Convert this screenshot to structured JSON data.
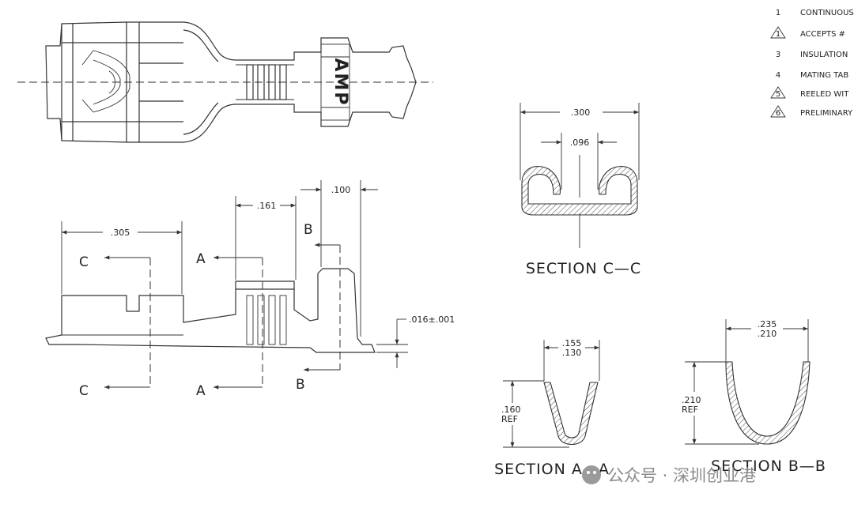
{
  "dimensions": {
    "d_305": ".305",
    "d_161": ".161",
    "d_100": ".100",
    "d_016": ".016±.001",
    "d_300": ".300",
    "d_096": ".096",
    "d_155": ".155",
    "d_130": ".130",
    "d_235": ".235",
    "d_210": ".210",
    "d_160": ".160",
    "d_210ref": ".210",
    "ref": "REF"
  },
  "cut_labels": {
    "a": "A",
    "b": "B",
    "c": "C"
  },
  "sections": {
    "cc": "SECTION C—C",
    "aa": "SECTION A—A",
    "bb": "SECTION B—B"
  },
  "logo_text": "AMP",
  "notes": [
    {
      "marker": "1",
      "triangle": false,
      "text": "CONTINUOUS"
    },
    {
      "marker": "1",
      "triangle": true,
      "text": "ACCEPTS #"
    },
    {
      "marker": "3",
      "triangle": false,
      "text": "INSULATION"
    },
    {
      "marker": "4",
      "triangle": false,
      "text": "MATING TAB"
    },
    {
      "marker": "5",
      "triangle": true,
      "text": "REELED WIT"
    },
    {
      "marker": "6",
      "triangle": true,
      "text": "PRELIMINARY"
    }
  ],
  "watermark": {
    "text": "公众号 · 深圳创业港"
  }
}
